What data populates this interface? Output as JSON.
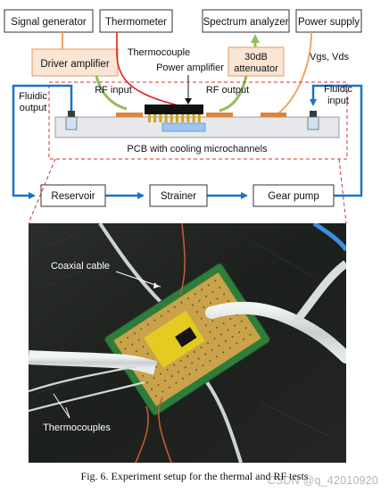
{
  "colors": {
    "box_border": "#333333",
    "driver_fill": "#fbe5d4",
    "driver_border": "#e59a5e",
    "attenuator_fill": "#fbe5d4",
    "fluid_blue": "#1a73c8",
    "rf_green": "#93bd5c",
    "thermo_red": "#e0201c",
    "orange_line": "#f4a460",
    "pcb_fill": "#e6e8eb",
    "dashed_red": "#d9302f",
    "chip_fill": "#111111",
    "heatsink_fill": "#9ec5f0",
    "pad_orange": "#d9853f",
    "pin_gold": "#d6a21c"
  },
  "diagram": {
    "boxes": {
      "signal_generator": "Signal generator",
      "thermometer": "Thermometer",
      "spectrum_analyzer": "Spectrum analyzer",
      "power_supply": "Power supply",
      "driver_amplifier": "Driver amplifier",
      "attenuator_line1": "30dB",
      "attenuator_line2": "attenuator",
      "reservoir": "Reservoir",
      "strainer": "Strainer",
      "gear_pump": "Gear pump"
    },
    "labels": {
      "thermocouple": "Thermocouple",
      "power_amplifier": "Power amplifier",
      "vgs_vds": "Vgs, Vds",
      "rf_input": "RF input",
      "rf_output": "RF output",
      "fluidic_output_line1": "Fluidic",
      "fluidic_output_line2": "output",
      "fluidic_input_line1": "Fluidic",
      "fluidic_input_line2": "input",
      "pcb": "PCB with cooling microchannels"
    }
  },
  "photo": {
    "labels": {
      "coaxial_cable": "Coaxial cable",
      "thermocouples": "Thermocouples"
    }
  },
  "caption": "Fig. 6.  Experiment setup for the thermal and RF tests",
  "watermark": "CSDN @q_42010920"
}
